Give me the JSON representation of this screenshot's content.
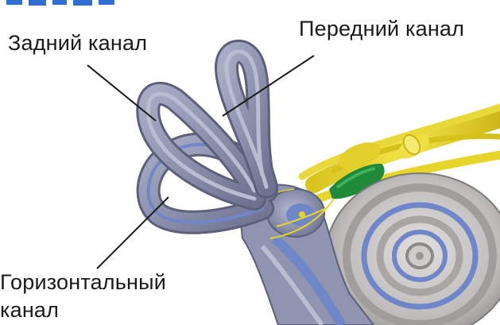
{
  "labels": {
    "posterior_canal": "Задний канал",
    "anterior_canal": "Передний канал",
    "horizontal_canal_line1": "Горизонтальный",
    "horizontal_canal_line2": "канал"
  },
  "colors": {
    "canal_outer": "#8e93ad",
    "canal_inner": "#b9bdd2",
    "canal_lumen": "#6f86c9",
    "nerve": "#e7d52c",
    "nerve_dark": "#c9b51a",
    "ganglion": "#1e8a3a",
    "cochlea_shell": "#c8c6c6",
    "heading_fragment": "#2f6fd1"
  }
}
